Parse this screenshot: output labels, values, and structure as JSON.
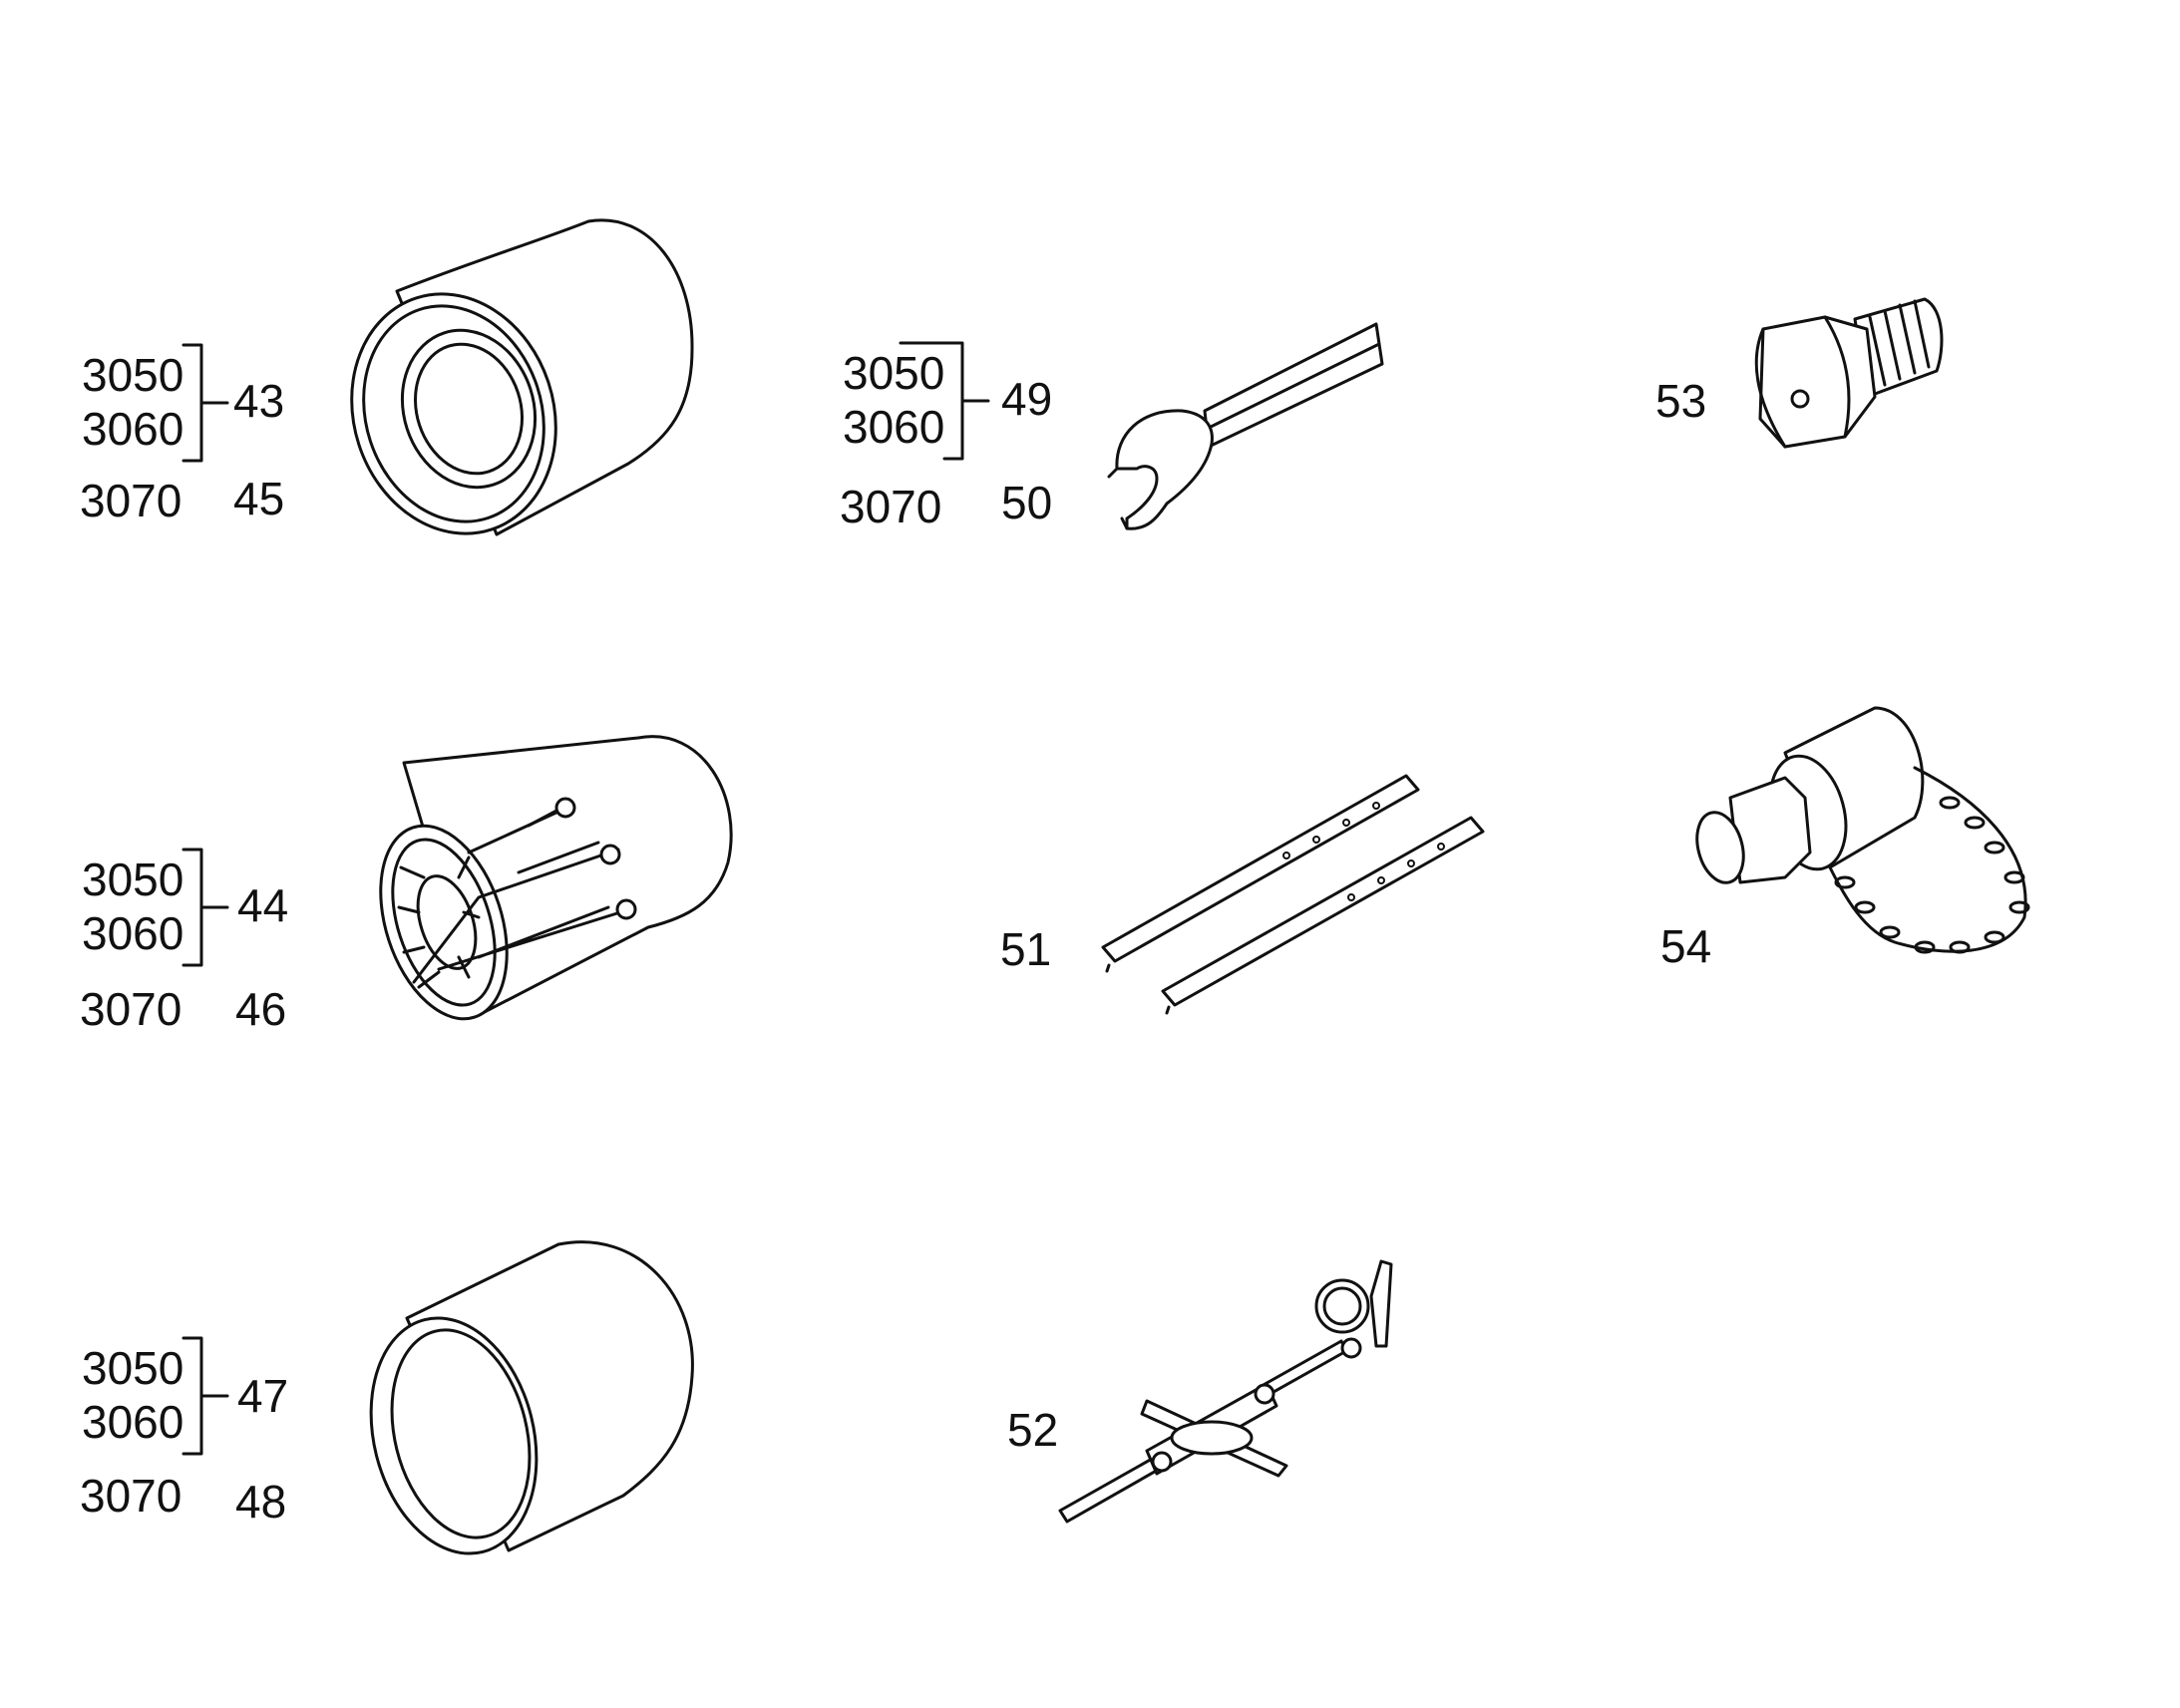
{
  "groups": [
    {
      "models_bracketed": [
        "3050",
        "3060"
      ],
      "ref_bracketed": "43",
      "model_single": "3070",
      "ref_single": "45"
    },
    {
      "models_bracketed": [
        "3050",
        "3060"
      ],
      "ref_bracketed": "44",
      "model_single": "3070",
      "ref_single": "46"
    },
    {
      "models_bracketed": [
        "3050",
        "3060"
      ],
      "ref_bracketed": "47",
      "model_single": "3070",
      "ref_single": "48"
    },
    {
      "models_bracketed": [
        "3050",
        "3060"
      ],
      "ref_bracketed": "49",
      "model_single": "3070",
      "ref_single": "50"
    }
  ],
  "single_refs": [
    "51",
    "52",
    "53",
    "54"
  ],
  "parts": [
    {
      "icon": "tapered-sleeve-tool-icon"
    },
    {
      "icon": "split-collet-tool-icon"
    },
    {
      "icon": "cylindrical-sleeve-icon"
    },
    {
      "icon": "open-end-wrench-icon"
    },
    {
      "icon": "feeler-strips-icon"
    },
    {
      "icon": "dial-gauge-fixture-icon"
    },
    {
      "icon": "hex-plug-icon"
    },
    {
      "icon": "protective-cap-with-chain-icon"
    }
  ],
  "colors": {
    "line": "#111111",
    "background": "#ffffff"
  }
}
